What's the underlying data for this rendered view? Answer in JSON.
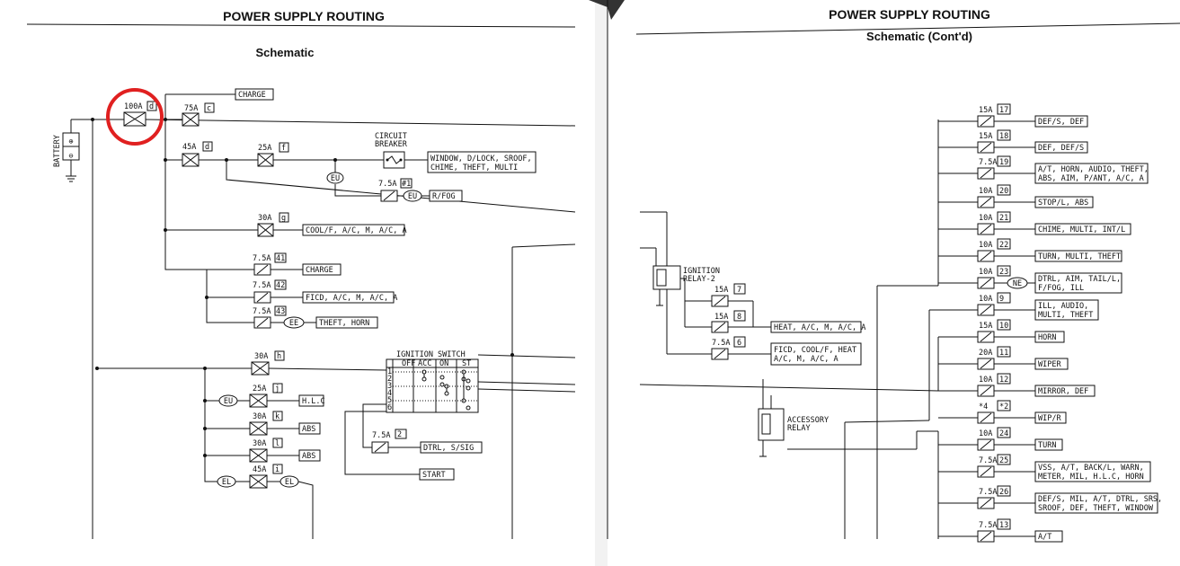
{
  "left_page": {
    "header": "POWER SUPPLY ROUTING",
    "title": "Schematic",
    "battery_label": "BATTERY",
    "fusible_links": [
      {
        "amp": "100A",
        "id": "d",
        "dest": "CHARGE"
      },
      {
        "amp": "75A",
        "id": "c",
        "dest": ""
      },
      {
        "amp": "45A",
        "id": "d",
        "dest": ""
      },
      {
        "amp": "25A",
        "id": "f",
        "dest": ""
      },
      {
        "amp": "30A",
        "id": "g",
        "dest": "COOL/F, A/C, M, A/C, A"
      },
      {
        "amp": "30A",
        "id": "h",
        "dest": ""
      },
      {
        "amp": "25A",
        "id": "j",
        "dest": "H.L.C"
      },
      {
        "amp": "30A",
        "id": "k",
        "dest": "ABS"
      },
      {
        "amp": "30A",
        "id": "l",
        "dest": "ABS"
      },
      {
        "amp": "45A",
        "id": "i",
        "dest": ""
      }
    ],
    "fuses": [
      {
        "amp": "7.5A",
        "id": "41",
        "dest": "CHARGE"
      },
      {
        "amp": "7.5A",
        "id": "42",
        "dest": "FICD, A/C, M, A/C, A"
      },
      {
        "amp": "7.5A",
        "id": "43",
        "dest": "THEFT, HORN"
      },
      {
        "amp": "7.5A",
        "id": "#1",
        "dest": "R/FOG"
      },
      {
        "amp": "7.5A",
        "id": "2",
        "dest": "DTRL, S/SIG"
      }
    ],
    "circuit_breaker": {
      "line1": "CIRCUIT",
      "line2": "BREAKER",
      "dest1": "WINDOW, D/LOCK, SROOF,",
      "dest2": "CHIME, THEFT, MULTI"
    },
    "connectors": {
      "eu": "EU",
      "ee": "EE",
      "el": "EL"
    },
    "ignition_switch": {
      "title": "IGNITION SWITCH",
      "cols": [
        "OFF",
        "ACC",
        "ON",
        "ST"
      ],
      "rows": [
        "1",
        "2",
        "3",
        "4",
        "5",
        "6"
      ]
    },
    "start_label": "START",
    "annotation": {
      "type": "circle",
      "color": "#e02020",
      "target": "100A fusible link d"
    }
  },
  "right_page": {
    "header": "POWER SUPPLY ROUTING",
    "title": "Schematic (Cont'd)",
    "fuses": [
      {
        "amp": "15A",
        "id": "17",
        "dest1": "DEF/S, DEF",
        "dest2": ""
      },
      {
        "amp": "15A",
        "id": "18",
        "dest1": "DEF, DEF/S",
        "dest2": ""
      },
      {
        "amp": "7.5A",
        "id": "19",
        "dest1": "A/T, HORN, AUDIO, THEFT,",
        "dest2": "ABS, AIM, P/ANT, A/C, A"
      },
      {
        "amp": "10A",
        "id": "20",
        "dest1": "STOP/L, ABS",
        "dest2": ""
      },
      {
        "amp": "10A",
        "id": "21",
        "dest1": "CHIME, MULTI, INT/L",
        "dest2": ""
      },
      {
        "amp": "10A",
        "id": "22",
        "dest1": "TURN, MULTI, THEFT",
        "dest2": ""
      },
      {
        "amp": "10A",
        "id": "23",
        "dest1": "DTRL, AIM, TAIL/L,",
        "dest2": "F/FOG, ILL"
      },
      {
        "amp": "10A",
        "id": "9",
        "dest1": "ILL, AUDIO,",
        "dest2": "MULTI, THEFT"
      },
      {
        "amp": "15A",
        "id": "10",
        "dest1": "HORN",
        "dest2": ""
      },
      {
        "amp": "20A",
        "id": "11",
        "dest1": "WIPER",
        "dest2": ""
      },
      {
        "amp": "10A",
        "id": "12",
        "dest1": "MIRROR, DEF",
        "dest2": ""
      },
      {
        "amp": "*4",
        "id": "*2",
        "dest1": "WIP/R",
        "dest2": ""
      },
      {
        "amp": "10A",
        "id": "24",
        "dest1": "TURN",
        "dest2": ""
      },
      {
        "amp": "7.5A",
        "id": "25",
        "dest1": "VSS, A/T, BACK/L, WARN,",
        "dest2": "METER, MIL, H.L.C, HORN"
      },
      {
        "amp": "7.5A",
        "id": "26",
        "dest1": "DEF/S, MIL, A/T, DTRL, SRS,",
        "dest2": "SROOF, DEF, THEFT, WINDOW"
      },
      {
        "amp": "7.5A",
        "id": "13",
        "dest1": "A/T",
        "dest2": ""
      }
    ],
    "ignition_relay": {
      "line1": "IGNITION",
      "line2": "RELAY-2"
    },
    "relay_fuses": [
      {
        "amp": "15A",
        "id": "7"
      },
      {
        "amp": "15A",
        "id": "8"
      },
      {
        "amp": "7.5A",
        "id": "6"
      }
    ],
    "relay_dest1": "HEAT, A/C, M, A/C, A",
    "relay_dest2a": "FICD, COOL/F, HEAT",
    "relay_dest2b": "A/C, M, A/C, A",
    "accessory_relay": {
      "line1": "ACCESSORY",
      "line2": "RELAY"
    },
    "connector_ne": "NE"
  }
}
